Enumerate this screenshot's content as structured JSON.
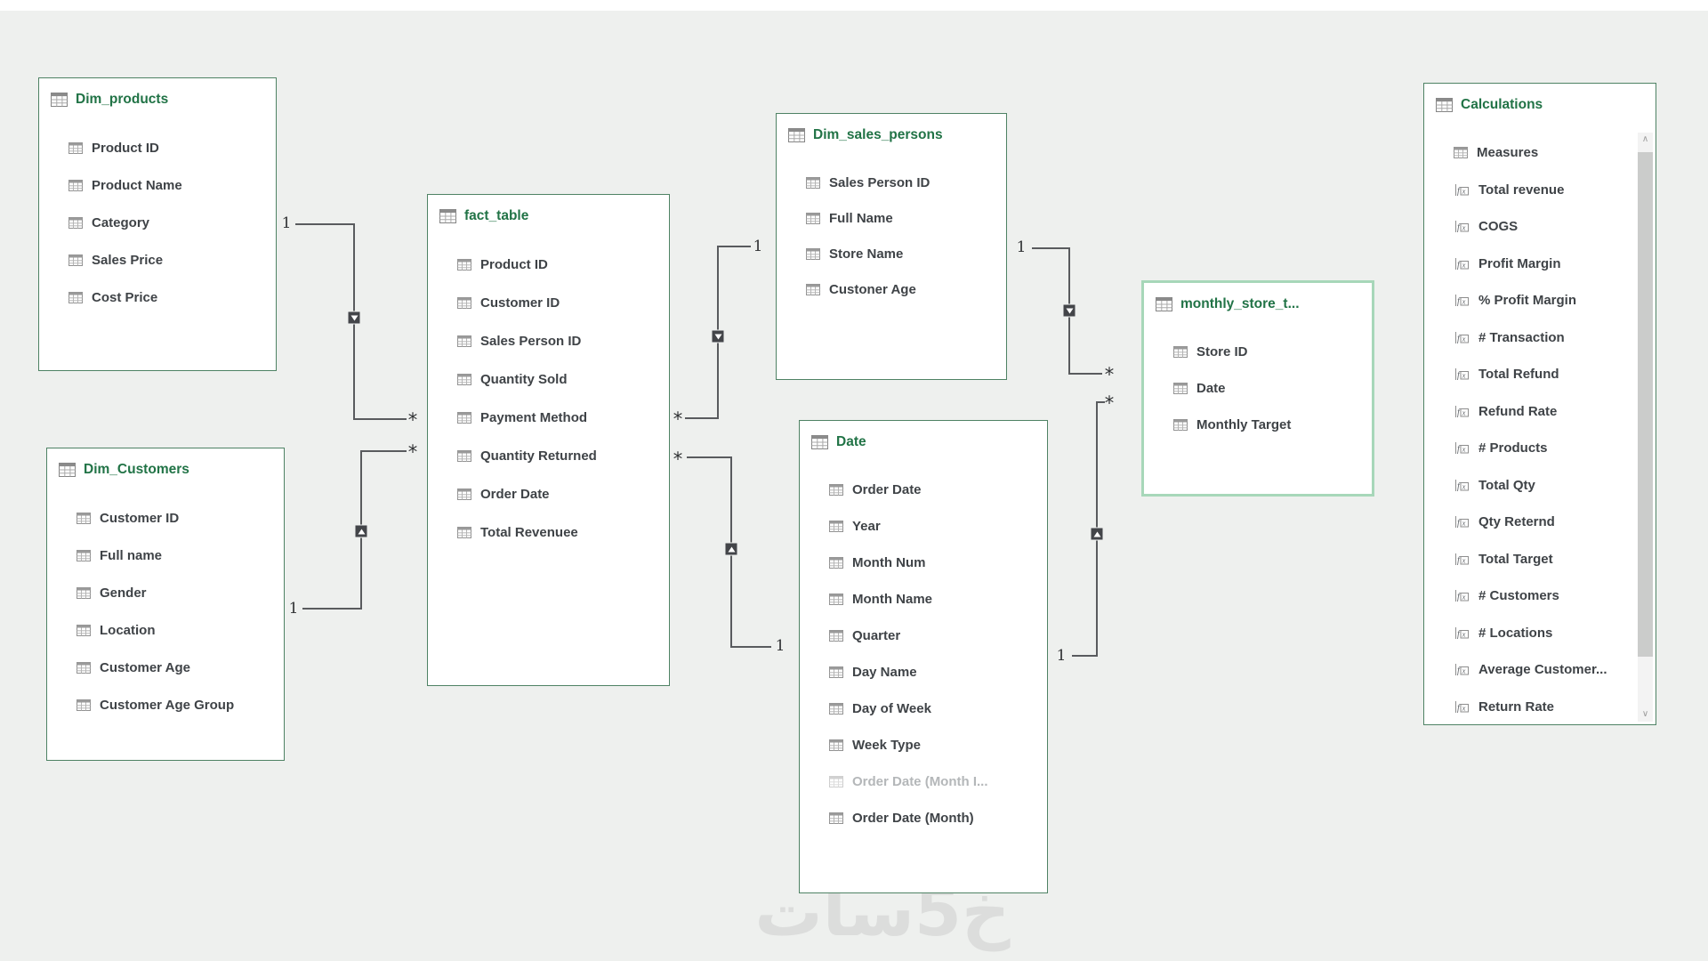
{
  "canvas": {
    "background": "#eef0ee",
    "watermark_text": "خ5سات"
  },
  "colors": {
    "header_green": "#217346",
    "card_border": "#4e8264",
    "selected_border": "#a7d7b9",
    "field_text": "#3f4347",
    "muted_field_text": "#b4b7b9",
    "relationship_line": "#595b5e"
  },
  "tables": [
    {
      "name": "Dim_products",
      "fields": [
        {
          "label": "Product ID",
          "icon": "table"
        },
        {
          "label": "Product Name",
          "icon": "table"
        },
        {
          "label": "Category",
          "icon": "table"
        },
        {
          "label": "Sales Price",
          "icon": "table"
        },
        {
          "label": "Cost Price",
          "icon": "table"
        }
      ]
    },
    {
      "name": "Dim_Customers",
      "fields": [
        {
          "label": "Customer ID",
          "icon": "table"
        },
        {
          "label": "Full name",
          "icon": "table"
        },
        {
          "label": "Gender",
          "icon": "table"
        },
        {
          "label": "Location",
          "icon": "table"
        },
        {
          "label": "Customer Age",
          "icon": "table"
        },
        {
          "label": "Customer Age Group",
          "icon": "table"
        }
      ]
    },
    {
      "name": "fact_table",
      "fields": [
        {
          "label": "Product ID",
          "icon": "table"
        },
        {
          "label": "Customer ID",
          "icon": "table"
        },
        {
          "label": "Sales Person ID",
          "icon": "table"
        },
        {
          "label": "Quantity Sold",
          "icon": "table"
        },
        {
          "label": "Payment Method",
          "icon": "table"
        },
        {
          "label": "Quantity Returned",
          "icon": "table"
        },
        {
          "label": "Order Date",
          "icon": "table"
        },
        {
          "label": "Total Revenuee",
          "icon": "table"
        }
      ]
    },
    {
      "name": "Dim_sales_persons",
      "fields": [
        {
          "label": "Sales Person ID",
          "icon": "table"
        },
        {
          "label": "Full Name",
          "icon": "table"
        },
        {
          "label": "Store Name",
          "icon": "table"
        },
        {
          "label": "Custoner Age",
          "icon": "table"
        }
      ]
    },
    {
      "name": "Date",
      "fields": [
        {
          "label": "Order Date",
          "icon": "table"
        },
        {
          "label": "Year",
          "icon": "table"
        },
        {
          "label": "Month Num",
          "icon": "table"
        },
        {
          "label": "Month Name",
          "icon": "table"
        },
        {
          "label": "Quarter",
          "icon": "table"
        },
        {
          "label": "Day Name",
          "icon": "table"
        },
        {
          "label": "Day of Week",
          "icon": "table"
        },
        {
          "label": "Week Type",
          "icon": "table"
        },
        {
          "label": "Order Date (Month I...",
          "icon": "table",
          "muted": true
        },
        {
          "label": "Order Date (Month)",
          "icon": "table"
        }
      ]
    },
    {
      "name": "monthly_store_t...",
      "selected": true,
      "fields": [
        {
          "label": "Store ID",
          "icon": "table"
        },
        {
          "label": "Date",
          "icon": "table"
        },
        {
          "label": "Monthly Target",
          "icon": "table"
        }
      ]
    },
    {
      "name": "Calculations",
      "scrollable": true,
      "fields": [
        {
          "label": "Measures",
          "icon": "table"
        },
        {
          "label": "Total revenue",
          "icon": "fx"
        },
        {
          "label": "COGS",
          "icon": "fx"
        },
        {
          "label": "Profit Margin",
          "icon": "fx"
        },
        {
          "label": "% Profit Margin",
          "icon": "fx"
        },
        {
          "label": "# Transaction",
          "icon": "fx"
        },
        {
          "label": "Total Refund",
          "icon": "fx"
        },
        {
          "label": "Refund Rate",
          "icon": "fx"
        },
        {
          "label": "# Products",
          "icon": "fx"
        },
        {
          "label": "Total Qty",
          "icon": "fx"
        },
        {
          "label": "Qty Reternd",
          "icon": "fx"
        },
        {
          "label": "Total Target",
          "icon": "fx"
        },
        {
          "label": "# Customers",
          "icon": "fx"
        },
        {
          "label": "# Locations",
          "icon": "fx"
        },
        {
          "label": "Average Customer...",
          "icon": "fx"
        },
        {
          "label": "Return Rate",
          "icon": "fx"
        }
      ]
    }
  ],
  "relationships": [
    {
      "from": "Dim_products",
      "to": "fact_table",
      "one_label": "1",
      "many_label": "*"
    },
    {
      "from": "Dim_Customers",
      "to": "fact_table",
      "one_label": "1",
      "many_label": "*"
    },
    {
      "from": "Dim_sales_persons",
      "to": "fact_table",
      "one_label": "1",
      "many_label": "*"
    },
    {
      "from": "Date",
      "to": "fact_table",
      "one_label": "1",
      "many_label": "*"
    },
    {
      "from": "Dim_sales_persons",
      "to": "monthly_store_t...",
      "one_label": "1",
      "many_label": "*"
    },
    {
      "from": "Date",
      "to": "monthly_store_t...",
      "one_label": "1",
      "many_label": "*"
    }
  ],
  "scrollbar": {
    "up_label": "∧",
    "down_label": "∨"
  }
}
